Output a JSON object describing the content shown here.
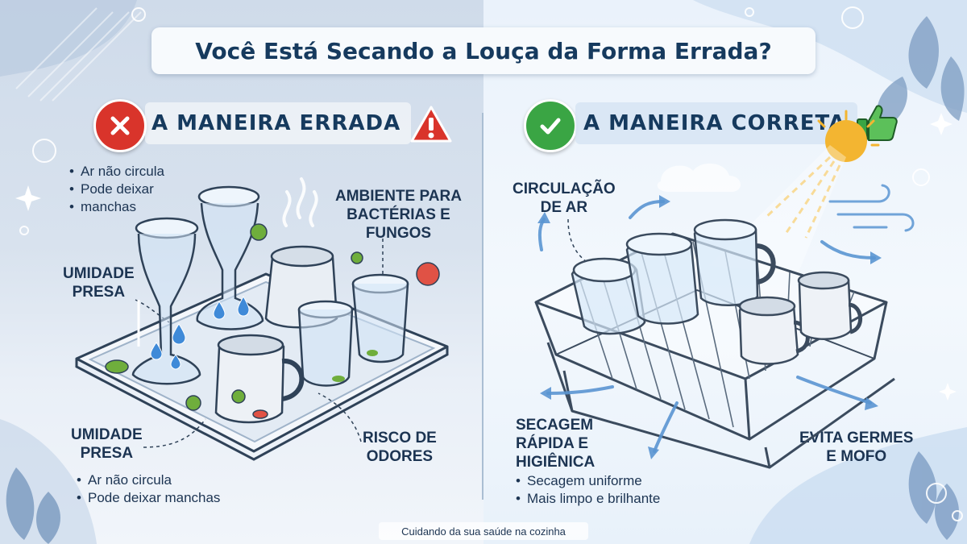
{
  "title": "Você Está Secando a Louça da Forma Errada?",
  "wrong": {
    "heading": "A MANEIRA ERRADA",
    "badge_icon": "x-icon",
    "warning_icon": "warning-icon",
    "bullets_top": [
      "Ar não circula",
      "Pode deixar",
      "manchas"
    ],
    "label_umidade_1": [
      "UMIDADE",
      "PRESA"
    ],
    "label_ambiente": [
      "AMBIENTE PARA",
      "BACTÉRIAS E",
      "FUNGOS"
    ],
    "label_umidade_2": [
      "UMIDADE",
      "PRESA"
    ],
    "label_risco": [
      "RISCO DE",
      "ODORES"
    ],
    "bullets_bottom": [
      "Ar não circula",
      "Pode deixar manchas"
    ]
  },
  "right": {
    "heading": "A MANEIRA CORRETA",
    "badge_icon": "check-icon",
    "thumb_icon": "thumbs-up-icon",
    "label_circulacao": [
      "CIRCULAÇÃO",
      "DE AR"
    ],
    "label_secagem": [
      "SECAGEM",
      "RÁPIDA E",
      "HIGIÊNICA"
    ],
    "label_evita": [
      "EVITA GERMES",
      "E MOFO"
    ],
    "bullets": [
      "Secagem uniforme",
      "Mais limpo e brilhante"
    ]
  },
  "footer": "Cuidando da sua saúde na cozinha",
  "colors": {
    "wrong_red": "#d9342b",
    "right_green": "#3aa544",
    "sun": "#f3b531",
    "navy": "#163a5e"
  }
}
